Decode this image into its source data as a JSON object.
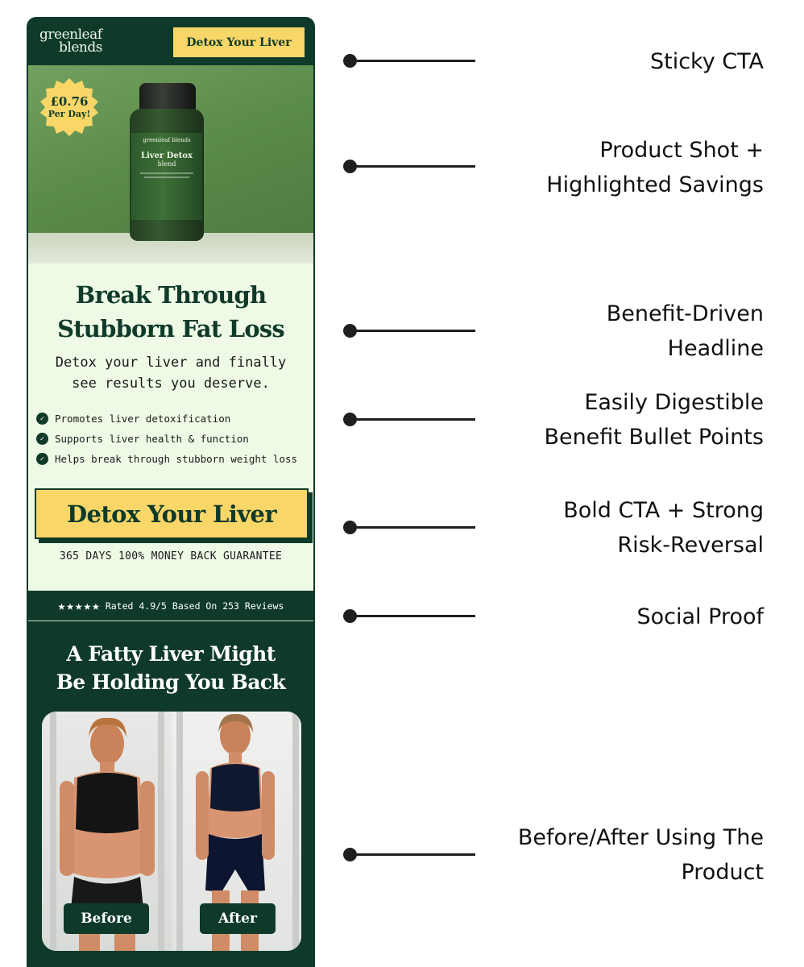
{
  "brand": {
    "line1": "greenleaf",
    "line2": "blends"
  },
  "sticky_cta": "Detox Your Liver",
  "hero": {
    "badge_price": "£0.76",
    "badge_per": "Per Day!",
    "bottle_brand": "greenleaf blends",
    "bottle_name": "Liver Detox",
    "bottle_sub": "blend"
  },
  "headline": [
    "Break Through",
    "Stubborn Fat Loss"
  ],
  "subheadline": [
    "Detox your liver and finally",
    "see results you deserve."
  ],
  "bullets": [
    "Promotes liver detoxification",
    "Supports liver health & function",
    "Helps break through stubborn weight loss"
  ],
  "main_cta": "Detox Your Liver",
  "guarantee": "365 DAYS 100% MONEY BACK GUARANTEE",
  "reviews": {
    "rating": 5,
    "text": "Rated 4.9/5 Based On 253 Reviews"
  },
  "section2": {
    "title": [
      "A Fatty Liver Might",
      "Be Holding You Back"
    ],
    "before_label": "Before",
    "after_label": "After"
  },
  "annotations": [
    {
      "lines": [
        "Sticky CTA"
      ]
    },
    {
      "lines": [
        "Product Shot +",
        "Highlighted Savings"
      ]
    },
    {
      "lines": [
        "Benefit-Driven",
        "Headline"
      ]
    },
    {
      "lines": [
        "Easily Digestible",
        "Benefit Bullet Points"
      ]
    },
    {
      "lines": [
        "Bold CTA + Strong",
        "Risk-Reversal"
      ]
    },
    {
      "lines": [
        "Social Proof"
      ]
    },
    {
      "lines": [
        "Before/After Using The",
        "Product"
      ]
    }
  ],
  "colors": {
    "brand_green": "#0f3a2a",
    "cta_yellow": "#f8d667",
    "panel_bg": "#eefae6"
  }
}
